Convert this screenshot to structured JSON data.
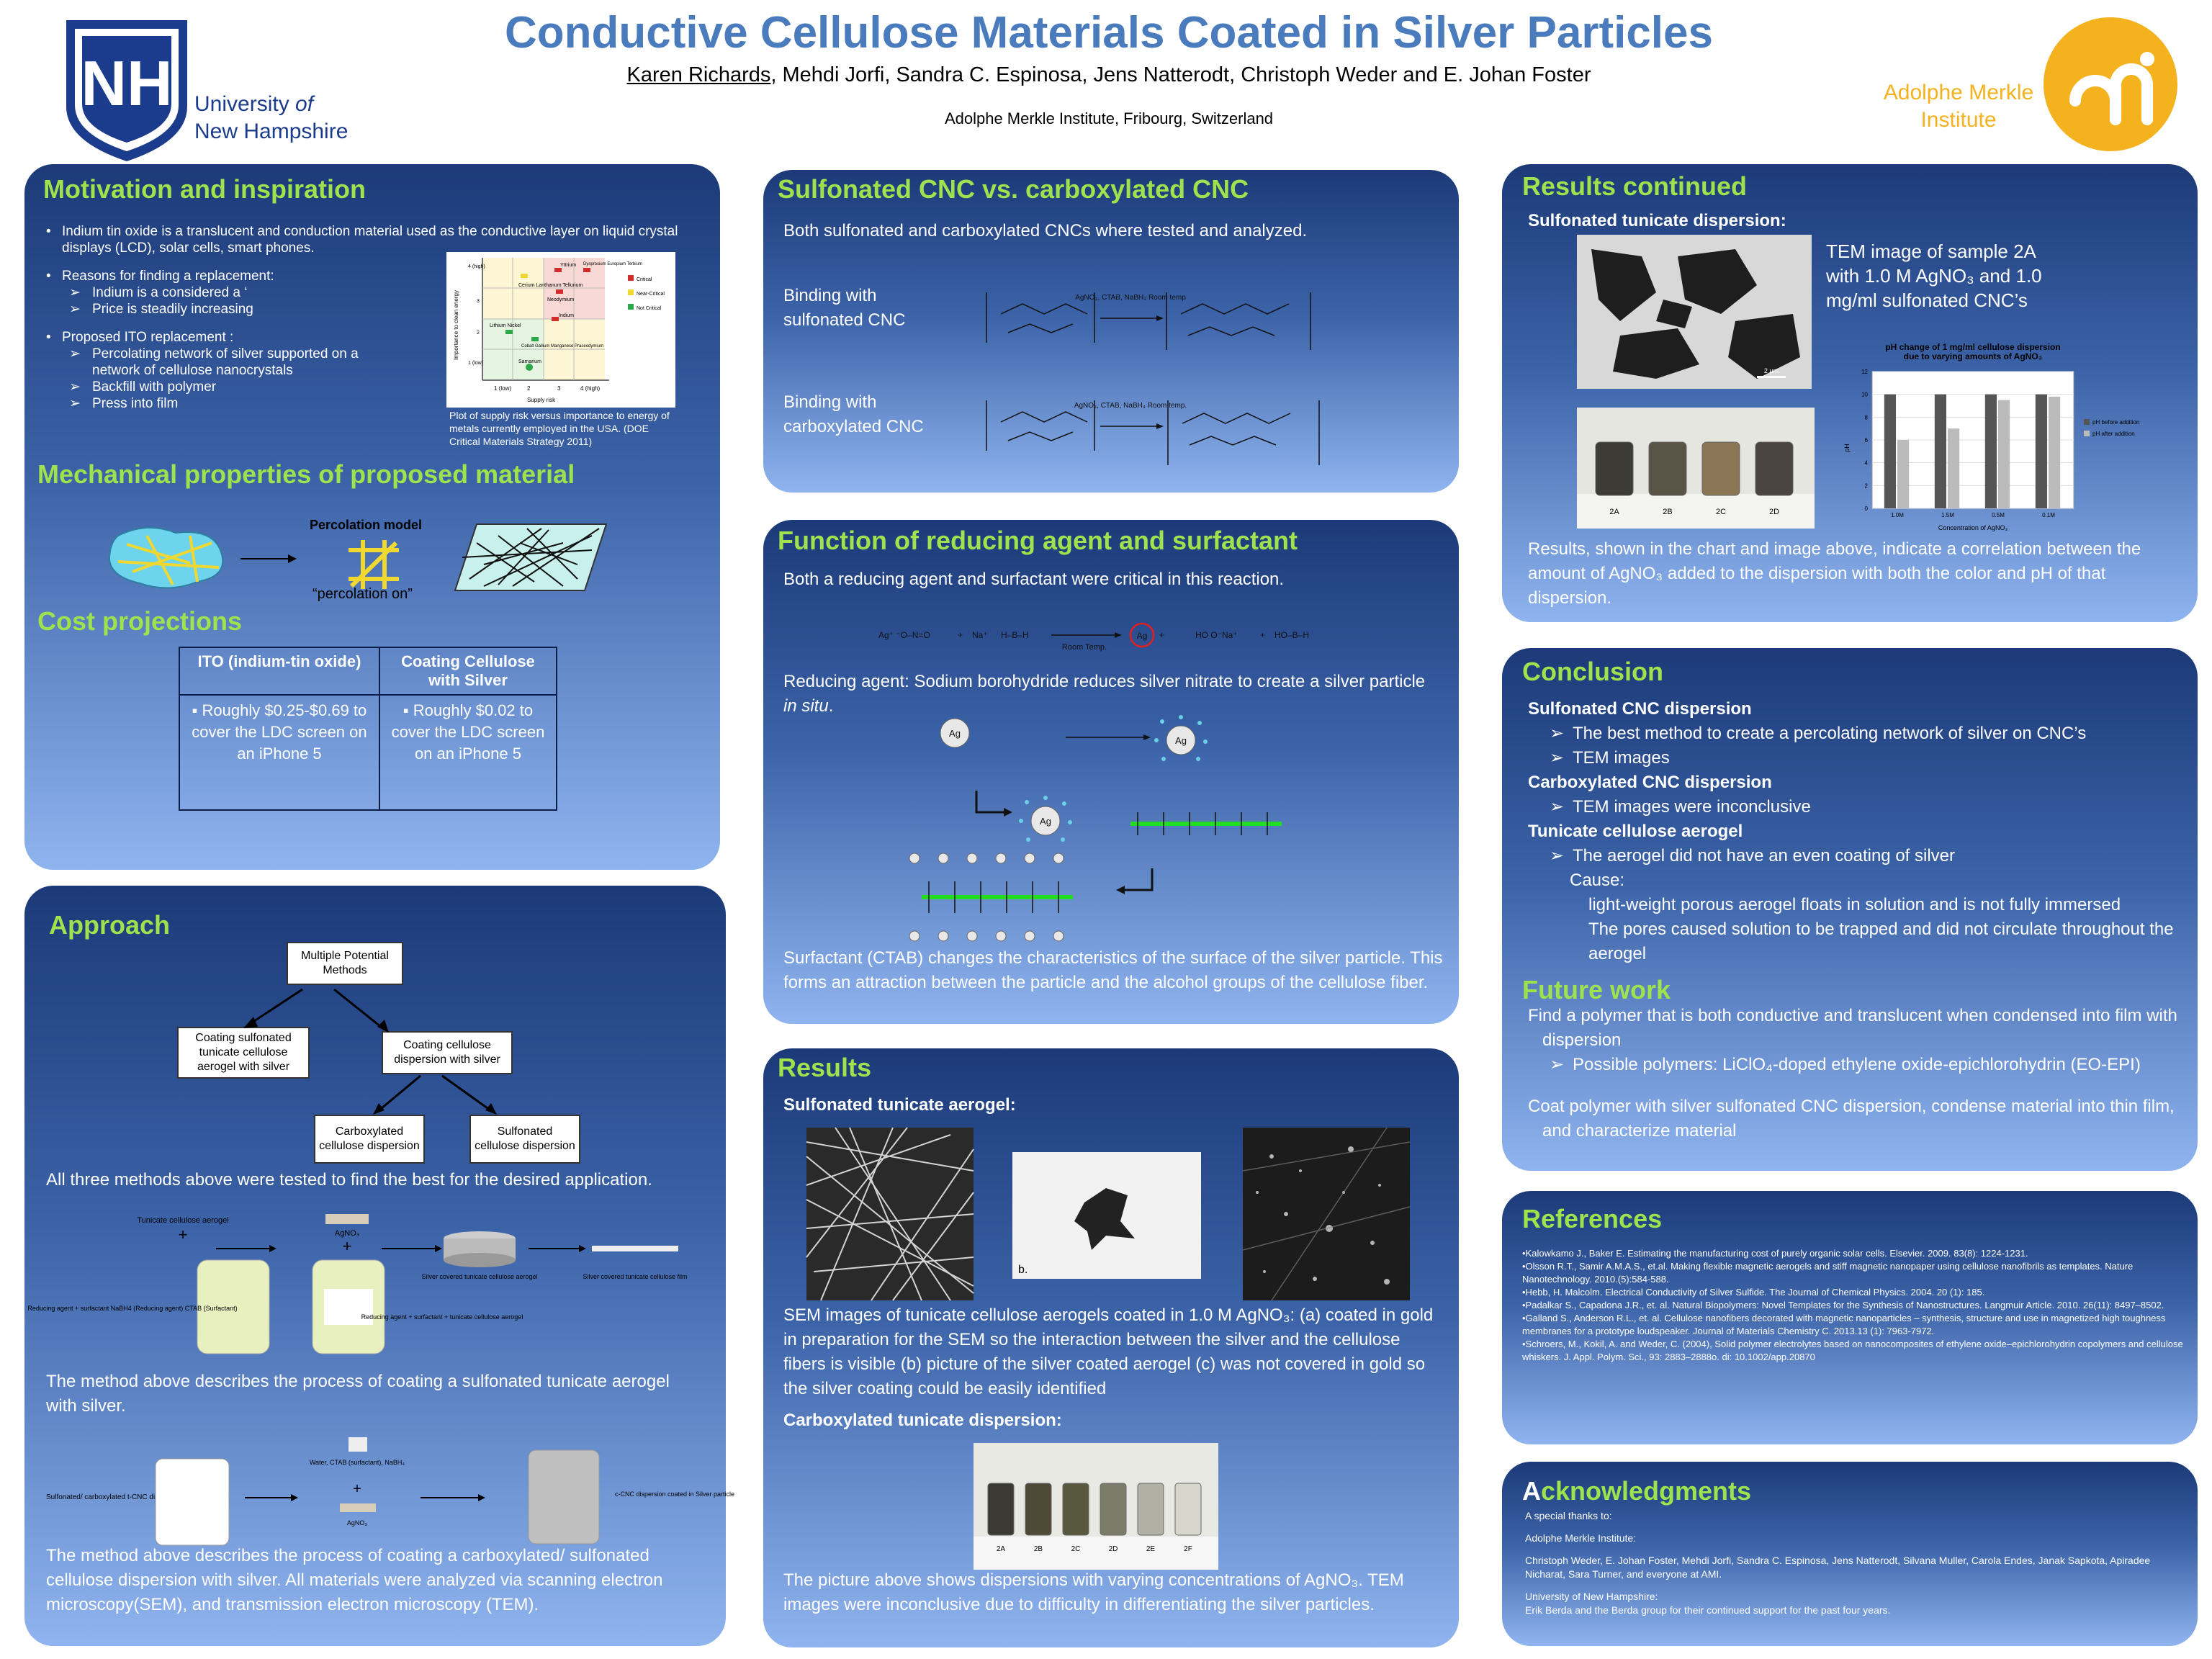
{
  "header": {
    "title": "Conductive Cellulose Materials Coated in Silver Particles",
    "author_first": "Karen Richards",
    "authors_rest": ", Mehdi Jorfi, Sandra C. Espinosa, Jens Natterodt, Christoph Weder and E. Johan Foster",
    "affiliation": "Adolphe Merkle Institute, Fribourg, Switzerland",
    "unh_line1": "University ",
    "unh_of": "of",
    "unh_line2": "New Hampshire",
    "ami_line1": "Adolphe Merkle",
    "ami_line2": "Institute"
  },
  "motivation": {
    "heading": "Motivation and inspiration",
    "bullet1": "Indium tin oxide is a translucent and conduction material used as the conductive layer on liquid crystal displays (LCD), solar cells, smart phones.",
    "bullet2": "Reasons for finding a replacement:",
    "sub2a": "Indium is a considered a ‘",
    "sub2b": "Price is steadily increasing",
    "bullet3": "Proposed ITO replacement :",
    "sub3a": "Percolating network of silver supported on a network of cellulose nanocrystals",
    "sub3b": "Backfill with polymer",
    "sub3c": "Press into film",
    "figure_caption": "Plot of supply risk versus importance to energy of metals currently employed in the USA. (DOE Critical Materials Strategy 2011)",
    "chart_xlabel": "Supply risk",
    "chart_ylabel": "Importance to clean energy",
    "chart_x_ticks": [
      "1 (low)",
      "2",
      "3",
      "4 (high)"
    ],
    "chart_y_ticks": [
      "4 (high)",
      "3",
      "2",
      "1 (low)"
    ],
    "chart_legend": [
      "Critical",
      "Near-Critical",
      "Not Critical"
    ],
    "chart_legend_colors": [
      "#d12b2b",
      "#f0d830",
      "#2aa84a"
    ],
    "chart_elements": [
      "Cerium Lanthanum Tellurium",
      "Yttrium",
      "Dysprosium Europium Terbium",
      "Neodymium",
      "Lithium Nickel",
      "Indium",
      "Cobalt Gallium Manganese Praseodymium",
      "Samarium"
    ]
  },
  "mechanical": {
    "heading": "Mechanical properties of proposed material",
    "model_label": "Percolation model",
    "model_caption": "“percolation on”"
  },
  "cost": {
    "heading": "Cost projections",
    "col1": "ITO (indium-tin oxide)",
    "col2": "Coating Cellulose with Silver",
    "cell1": "Roughly $0.25-$0.69 to cover the LDC screen on an iPhone 5",
    "cell2": "Roughly $0.02 to cover the LDC screen on an iPhone 5"
  },
  "approach": {
    "heading": "Approach",
    "box_root": "Multiple Potential Methods",
    "box_a": "Coating sulfonated tunicate cellulose aerogel with silver",
    "box_b": "Coating cellulose dispersion with silver",
    "box_c": "Carboxylated cellulose dispersion",
    "box_d": "Sulfonated cellulose dispersion",
    "text1": "All three methods above were tested to find the best for the desired application.",
    "fig1_labels": [
      "Tunicate cellulose aerogel",
      "AgNO₃",
      "Reducing agent + surfactant NaBH4 (Reducing agent) CTAB (Surfactant)",
      "Reducing agent + surfactant + tunicate cellulose aerogel",
      "Silver covered tunicate cellulose aerogel",
      "Silver covered tunicate cellulose film"
    ],
    "text2": "The method above describes the process of coating a sulfonated tunicate aerogel with silver.",
    "fig2_labels": [
      "Sulfonated/ carboxylated t-CNC dispersion",
      "Water, CTAB (surfactant), NaBH₄",
      "AgNO₃",
      "c-CNC dispersion coated in Silver particle"
    ],
    "text3": "The method above describes the process of coating a carboxylated/ sulfonated cellulose dispersion with silver.  All materials were analyzed via scanning electron microscopy(SEM), and transmission electron microscopy (TEM)."
  },
  "sulfonated": {
    "heading": "Sulfonated CNC vs. carboxylated CNC",
    "intro": "Both sulfonated and carboxylated CNCs where tested  and analyzed.",
    "bind1": "Binding with sulfonated CNC",
    "bind2": "Binding with carboxylated CNC",
    "cond1": "AgNO₃, CTAB, NaBH₄ Room temp",
    "cond2": "AgNO₃, CTAB, NaBH₄ Room temp."
  },
  "reducing": {
    "heading": "Function of reducing agent and surfactant",
    "intro": "Both a reducing agent and surfactant were critical in this reaction.",
    "eq_condition": "Room Temp.",
    "reducing_text_a": "Reducing agent: Sodium borohydride reduces silver nitrate to create a silver particle ",
    "reducing_text_b": "in situ",
    "reducing_text_c": ".",
    "ag": "Ag",
    "surfactant_text": "Surfactant (CTAB) changes the characteristics of the surface of the silver particle. This forms an attraction between the particle and the alcohol groups of the cellulose fiber."
  },
  "results": {
    "heading": "Results",
    "sub1": "Sulfonated tunicate aerogel:",
    "img_b_label": "b.",
    "sem_text": "SEM images of tunicate cellulose aerogels coated in 1.0 M AgNO₃: (a) coated in gold in preparation for the SEM so the interaction between the silver and the cellulose fibers is visible (b) picture of the silver coated aerogel (c) was not covered in gold so the silver coating could be easily identified",
    "sub2": "Carboxylated tunicate dispersion:",
    "vial_labels": [
      "2A",
      "2B",
      "2C",
      "2D",
      "2E",
      "2F"
    ],
    "pic_text": "The picture above shows dispersions with varying concentrations of AgNO₃. TEM images were inconclusive due to difficulty in differentiating the silver particles."
  },
  "results_cont": {
    "heading": "Results continued",
    "sub": "Sulfonated tunicate dispersion:",
    "tem_caption": "TEM image of sample 2A with 1.0 M AgNO₃ and 1.0 mg/ml sulfonated CNC’s",
    "scale_label": "2 µm",
    "vial_labels": [
      "2A",
      "2B",
      "2C",
      "2D"
    ],
    "summary": "Results, shown in the chart and image above, indicate a correlation between the amount of AgNO₃ added to the dispersion with both the color and pH of that dispersion."
  },
  "chart_data": {
    "type": "bar",
    "title": "pH change of 1 mg/ml cellulose dispersion due to varying amounts of AgNO₃",
    "xlabel": "Concentration of AgNO₃",
    "ylabel": "pH",
    "categories": [
      "1.0M",
      "1.5M",
      "0.5M",
      "0.1M"
    ],
    "ylim": [
      0,
      12
    ],
    "yticks": [
      0,
      2,
      4,
      6,
      8,
      10,
      12
    ],
    "series": [
      {
        "name": "pH before addition",
        "color": "#555555",
        "values": [
          10,
          10,
          10,
          10
        ]
      },
      {
        "name": "pH after addition",
        "color": "#bbbbbb",
        "values": [
          6,
          7,
          9.5,
          9.8
        ]
      }
    ],
    "legend_position": "right"
  },
  "conclusion": {
    "heading": "Conclusion",
    "s1": "Sulfonated CNC dispersion",
    "s1a": "The best method to create a percolating network of silver on CNC’s",
    "s1b": "TEM images",
    "s2": "Carboxylated CNC dispersion",
    "s2a": "TEM images were inconclusive",
    "s3": "Tunicate cellulose aerogel",
    "s3a": "The aerogel did not have an even coating of silver",
    "cause": "Cause:",
    "cause1": "light-weight porous aerogel floats in solution and is not fully immersed",
    "cause2": "The pores caused solution to be trapped and did not circulate throughout the aerogel",
    "future_heading": "Future work",
    "f1": "Find a  polymer that is both conductive and translucent when condensed into film with dispersion",
    "f1a": "Possible polymers:  LiClO₄-doped ethylene oxide-epichlorohydrin (EO-EPI)",
    "f2": "Coat polymer with silver sulfonated CNC dispersion, condense material into thin film, and characterize material"
  },
  "references": {
    "heading": "References",
    "items": [
      "•Kalowkamo J., Baker E. Estimating the manufacturing cost of purely organic solar cells. Elsevier. 2009. 83(8): 1224-1231.",
      "•Olsson R.T., Samir A.M.A.S., et.al. Making flexible magnetic aerogels and stiff magnetic  nanopaper using cellulose nanofibrils as templates. Nature Nanotechnology. 2010.(5):584-588.",
      "•Hebb, H. Malcolm. Electrical Conductivity of Silver Sulfide. The Journal of Chemical Physics. 2004. 20 (1): 185.",
      "•Padalkar S., Capadona J.R., et. al. Natural Biopolymers: Novel Templates for the Synthesis of  Nanostructures. Langmuir Article. 2010. 26(11): 8497–8502.",
      "•Galland S., Anderson R.L., et. al. Cellulose nanofibers decorated with magnetic nanoparticles – synthesis, structure and use in magnetized high toughness membranes for a prototype loudspeaker. Journal of Materials Chemistry C. 2013.13 (1): 7963-7972.",
      "•Schroers, M., Kokil, A. and Weder, C. (2004), Solid polymer electrolytes based on nanocomposites of ethylene oxide–epichlorohydrin copolymers and cellulose whiskers. J. Appl. Polym. Sci., 93: 2883–2888o. di: 10.1002/app.20870"
    ]
  },
  "acknowledgments": {
    "heading_first": "A",
    "heading_rest": "cknowledgments",
    "l1": "A special thanks to:",
    "l2": "Adolphe Merkle Institute:",
    "l3": "Christoph Weder, E. Johan Foster, Mehdi Jorfi, Sandra C. Espinosa, Jens Natterodt, Silvana Muller, Carola Endes, Janak Sapkota, Apiradee Nicharat, Sara Turner, and everyone at AMI.",
    "l4": "University of New Hampshire:",
    "l5": "Erik Berda and the Berda group for their continued support for the past four years."
  }
}
